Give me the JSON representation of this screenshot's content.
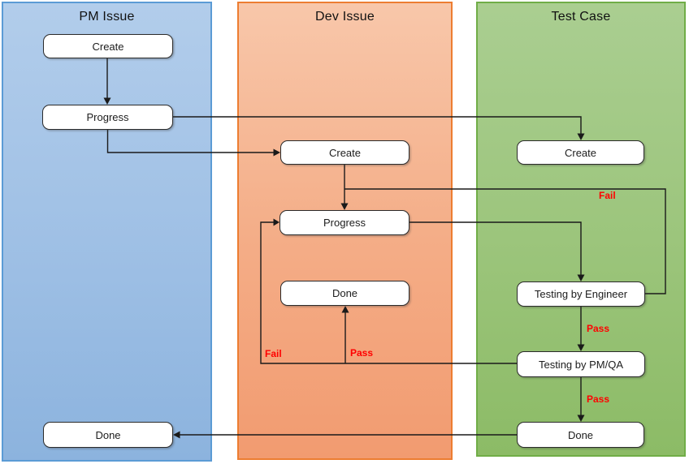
{
  "lanes": [
    {
      "title": "PM Issue"
    },
    {
      "title": "Dev Issue"
    },
    {
      "title": "Test Case"
    }
  ],
  "nodes": {
    "pm_create": {
      "label": "Create"
    },
    "pm_progress": {
      "label": "Progress"
    },
    "pm_done": {
      "label": "Done"
    },
    "dev_create": {
      "label": "Create"
    },
    "dev_progress": {
      "label": "Progress"
    },
    "dev_done": {
      "label": "Done"
    },
    "test_create": {
      "label": "Create"
    },
    "test_engineer": {
      "label": "Testing by Engineer"
    },
    "test_pmqa": {
      "label": "Testing by PM/QA"
    },
    "test_done": {
      "label": "Done"
    }
  },
  "edge_labels": {
    "fail_engineer_loop": {
      "text": "Fail"
    },
    "pass_engineer": {
      "text": "Pass"
    },
    "pass_pmqa": {
      "text": "Pass"
    },
    "fail_pmqa_loop": {
      "text": "Fail"
    },
    "pass_dev_done": {
      "text": "Pass"
    }
  },
  "colors": {
    "pm-border": "#5B9BD5",
    "dev-border": "#ED7D31",
    "test-border": "#70AD47",
    "connector": "#1A1A1A",
    "edge-label": "#FF0000"
  }
}
